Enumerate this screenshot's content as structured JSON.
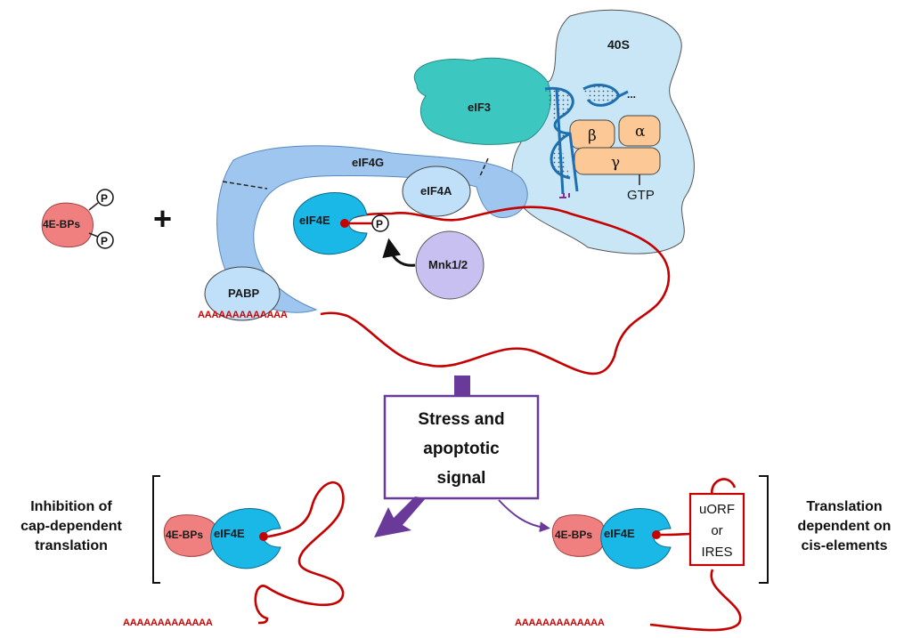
{
  "labels": {
    "ribosome": "40S",
    "eif3": "eIF3",
    "eif4g": "eIF4G",
    "eif4a": "eIF4A",
    "eif4e": "eIF4E",
    "pabp": "PABP",
    "mnk": "Mnk1/2",
    "beta": "β",
    "alpha": "α",
    "gamma": "γ",
    "gtp": "GTP",
    "phospho": "P",
    "bp": "4E-BPs",
    "plus": "+",
    "polyA": "AAAAAAAAAAAAA"
  },
  "signal_box": {
    "line1": "Stress and",
    "line2": "apoptotic",
    "line3": "signal"
  },
  "left_caption": {
    "line1": "Inhibition of",
    "line2": "cap-dependent",
    "line3": "translation"
  },
  "right_caption": {
    "line1": "Translation",
    "line2": "dependent on",
    "line3": "cis-elements"
  },
  "element_box": {
    "line1": "uORF",
    "line2": "or",
    "line3": "IRES"
  },
  "colors": {
    "ribosome": "#c8e6f5",
    "eif3": "#3cc8c0",
    "eif4g": "#9ec6ef",
    "eif4e": "#19b8e6",
    "bp": "#f08080",
    "mnk": "#c8c0f0",
    "tf_subunits": "#fcc896",
    "rna": "#c40000",
    "arrow": "#6a3a9a"
  }
}
